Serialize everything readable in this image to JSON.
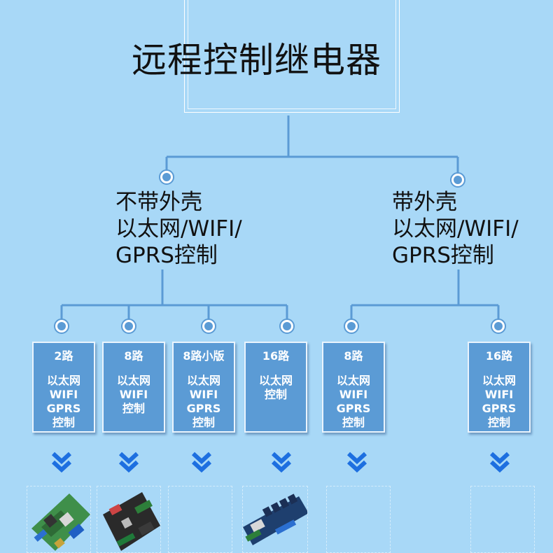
{
  "title": "远程控制继电器",
  "branches": [
    {
      "id": "left",
      "lines": [
        "不带外壳",
        "以太网/WIFI/",
        "GPRS控制"
      ]
    },
    {
      "id": "right",
      "lines": [
        "带外壳",
        "以太网/WIFI/",
        "GPRS控制"
      ]
    }
  ],
  "nodes": [
    {
      "head": "2路",
      "lines": [
        "以太网",
        "WIFI",
        "GPRS",
        "控制"
      ]
    },
    {
      "head": "8路",
      "lines": [
        "以太网",
        "WIFI",
        "控制"
      ]
    },
    {
      "head": "8路小版",
      "lines": [
        "以太网",
        "WIFI",
        "GPRS",
        "控制"
      ]
    },
    {
      "head": "16路",
      "lines": [
        "以太网",
        "控制"
      ]
    },
    {
      "head": "8路",
      "lines": [
        "以太网",
        "WIFI",
        "GPRS",
        "控制"
      ]
    },
    {
      "head": "16路",
      "lines": [
        "以太网",
        "WIFI",
        "GPRS",
        "控制"
      ]
    }
  ],
  "colors": {
    "background": "#a8d8f7",
    "connector": "#5b9bd5",
    "node_fill": "#5b9bd5",
    "chevron": "#1d6fe0",
    "text": "#111111"
  }
}
